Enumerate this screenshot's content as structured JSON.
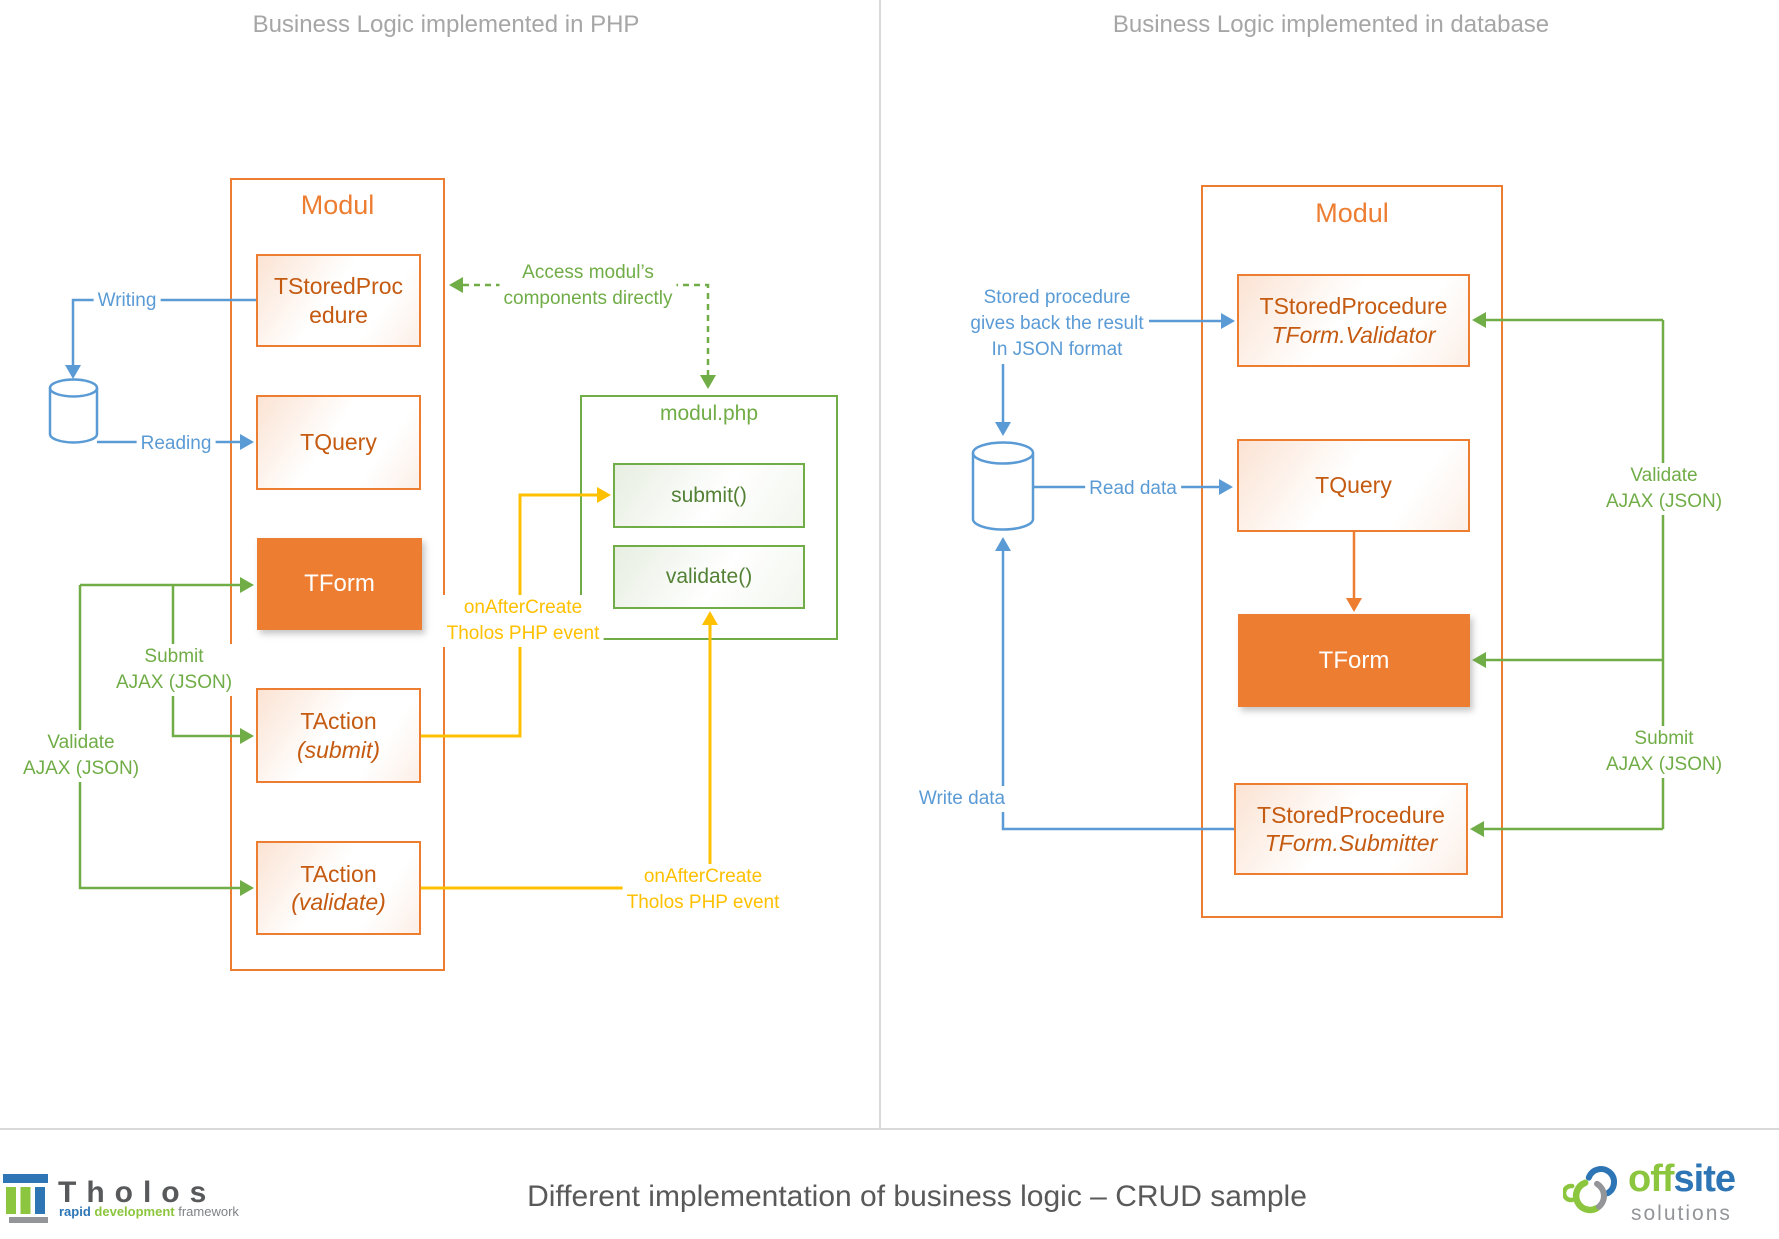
{
  "colors": {
    "orange": "#ED7D31",
    "orange_text": "#C55A11",
    "green": "#70AD47",
    "blue": "#5B9BD5",
    "yellow": "#FFC000",
    "title_gray": "#A6A6A6",
    "footer_gray": "#595959"
  },
  "left": {
    "title": "Business Logic implemented in PHP",
    "modul": {
      "title": "Modul"
    },
    "boxes": {
      "tstoredprocedure": {
        "line1": "TStoredProc",
        "line2": "edure"
      },
      "tquery": {
        "line1": "TQuery"
      },
      "tform": {
        "line1": "TForm"
      },
      "taction_submit": {
        "line1": "TAction",
        "line2": "(submit)"
      },
      "taction_validate": {
        "line1": "TAction",
        "line2": "(validate)"
      }
    },
    "modulphp": {
      "title": "modul.php",
      "submit": "submit()",
      "validate": "validate()"
    },
    "labels": {
      "writing": "Writing",
      "reading": "Reading",
      "submit_ajax_1": "Submit",
      "submit_ajax_2": "AJAX (JSON)",
      "validate_ajax_1": "Validate",
      "validate_ajax_2": "AJAX (JSON)",
      "onaftercreate_1a": "onAfterCreate",
      "onaftercreate_1b": "Tholos PHP event",
      "onaftercreate_2a": "onAfterCreate",
      "onaftercreate_2b": "Tholos PHP event",
      "access_1": "Access modul’s",
      "access_2": "components directly"
    }
  },
  "right": {
    "title": "Business Logic implemented in database",
    "modul": {
      "title": "Modul"
    },
    "boxes": {
      "validator": {
        "line1": "TStoredProcedure",
        "line2": "TForm.Validator"
      },
      "tquery": {
        "line1": "TQuery"
      },
      "tform": {
        "line1": "TForm"
      },
      "submitter": {
        "line1": "TStoredProcedure",
        "line2": "TForm.Submitter"
      }
    },
    "labels": {
      "stored_1": "Stored procedure",
      "stored_2": "gives back the result",
      "stored_3": "In JSON format",
      "read_data": "Read data",
      "write_data": "Write data",
      "validate_ajax_1": "Validate",
      "validate_ajax_2": "AJAX (JSON)",
      "submit_ajax_1": "Submit",
      "submit_ajax_2": "AJAX (JSON)"
    }
  },
  "footer": {
    "caption": "Different implementation of business logic – CRUD sample",
    "tholos": {
      "wordmark": "Tholos",
      "tagline_1": "rapid",
      "tagline_2": "development",
      "tagline_3": "framework"
    },
    "offsite": {
      "part1": "off",
      "part2": "site",
      "part3": "solutions"
    }
  }
}
